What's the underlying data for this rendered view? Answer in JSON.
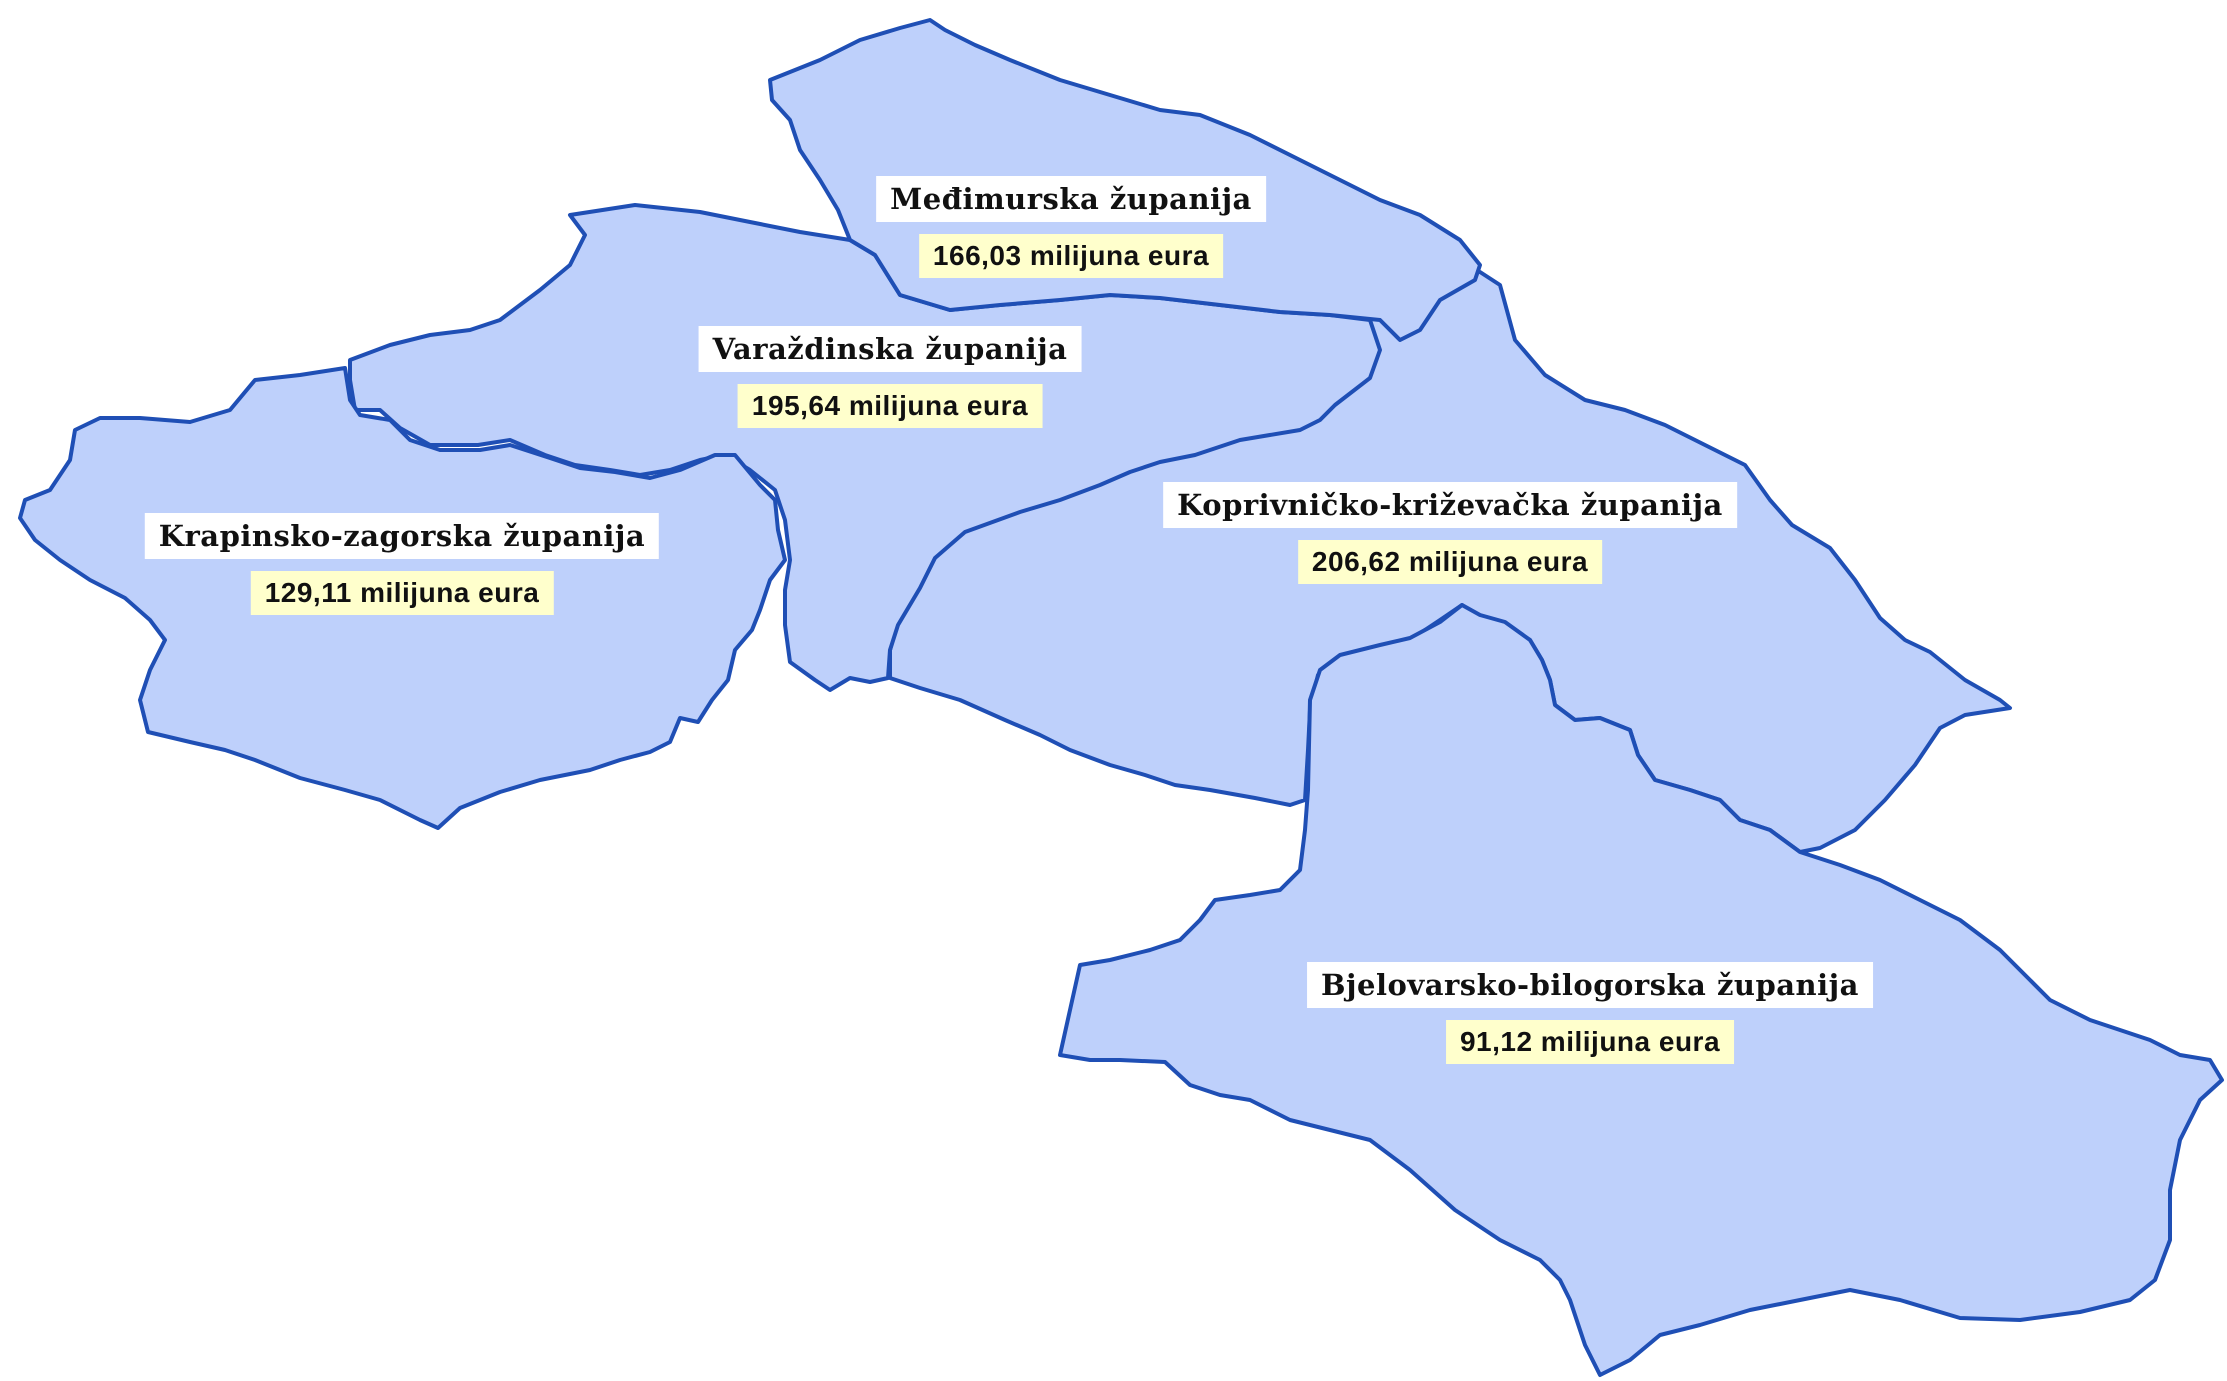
{
  "map": {
    "colors": {
      "region_fill": "#bed0fb",
      "region_border": "#1f4fb5",
      "amount_background": "#ffffcc",
      "name_background": "#ffffff"
    },
    "regions": [
      {
        "id": "medimurska",
        "name": "Međimurska županija",
        "amount": "166,03 milijuna eura"
      },
      {
        "id": "varazdinska",
        "name": "Varaždinska županija",
        "amount": "195,64 milijuna eura"
      },
      {
        "id": "krapinsko",
        "name": "Krapinsko-zagorska županija",
        "amount": "129,11 milijuna eura"
      },
      {
        "id": "koprivnicko",
        "name": "Koprivničko-križevačka županija",
        "amount": "206,62 milijuna eura"
      },
      {
        "id": "bjelovarsko",
        "name": "Bjelovarsko-bilogorska županija",
        "amount": "91,12 milijuna eura"
      }
    ]
  }
}
